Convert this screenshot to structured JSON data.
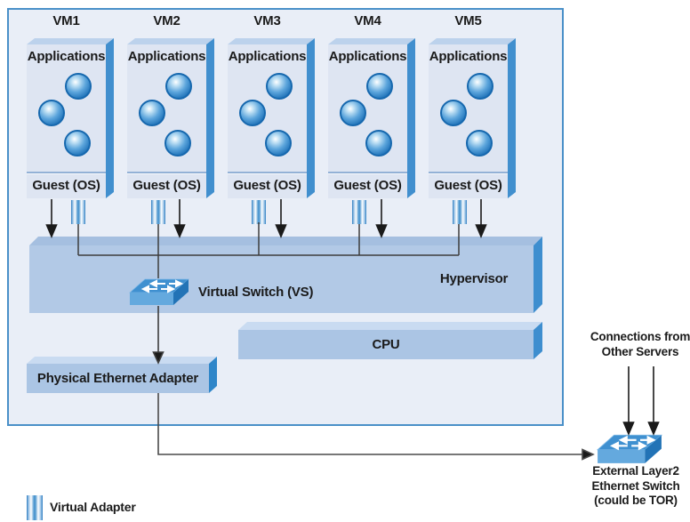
{
  "figure": {
    "vms": [
      {
        "title": "VM1",
        "applications": "Applications",
        "guest": "Guest (OS)"
      },
      {
        "title": "VM2",
        "applications": "Applications",
        "guest": "Guest (OS)"
      },
      {
        "title": "VM3",
        "applications": "Applications",
        "guest": "Guest (OS)"
      },
      {
        "title": "VM4",
        "applications": "Applications",
        "guest": "Guest (OS)"
      },
      {
        "title": "VM5",
        "applications": "Applications",
        "guest": "Guest (OS)"
      }
    ],
    "hypervisor_label": "Hypervisor",
    "virtual_switch_label": "Virtual Switch (VS)",
    "cpu_label": "CPU",
    "physical_adapter_label": "Physical Ethernet Adapter",
    "connections_note": {
      "line1": "Connections from",
      "line2": "Other Servers"
    },
    "external_switch_label": {
      "line1": "External Layer2",
      "line2": "Ethernet Switch",
      "line3": "(could be TOR)"
    },
    "legend": {
      "virtual_adapter": "Virtual Adapter"
    },
    "icons": {
      "switch": "layer2-switch-3d",
      "app_sphere": "application-sphere",
      "virtual_adapter": "striped-ribbon"
    },
    "colors": {
      "container_fill": "#e9eef7",
      "container_border": "#4a90c8",
      "vm_face": "#dee5f2",
      "panel_face": "#b2c9e6",
      "bevel_accent": "#3e8ecf",
      "switch_top": "#3f90d0",
      "switch_front": "#64a9de",
      "switch_side": "#2273b6",
      "sphere_blue": "#2276bc",
      "line_color": "#1a1a1a"
    }
  }
}
